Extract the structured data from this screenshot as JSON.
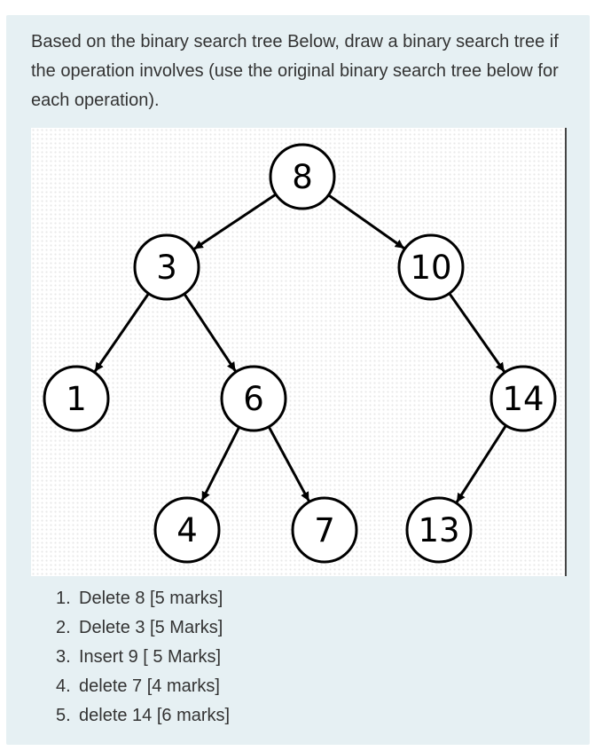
{
  "question": {
    "intro": "Based on the binary search tree Below, draw a binary search tree if the operation involves (use the original binary search tree below for each operation)."
  },
  "tree": {
    "nodes": [
      {
        "id": "n8",
        "label": "8"
      },
      {
        "id": "n3",
        "label": "3"
      },
      {
        "id": "n10",
        "label": "10"
      },
      {
        "id": "n1",
        "label": "1"
      },
      {
        "id": "n6",
        "label": "6"
      },
      {
        "id": "n14",
        "label": "14"
      },
      {
        "id": "n4",
        "label": "4"
      },
      {
        "id": "n7",
        "label": "7"
      },
      {
        "id": "n13",
        "label": "13"
      }
    ],
    "edges": [
      {
        "from": "n8",
        "to": "n3"
      },
      {
        "from": "n8",
        "to": "n10"
      },
      {
        "from": "n3",
        "to": "n1"
      },
      {
        "from": "n3",
        "to": "n6"
      },
      {
        "from": "n10",
        "to": "n14"
      },
      {
        "from": "n6",
        "to": "n4"
      },
      {
        "from": "n6",
        "to": "n7"
      },
      {
        "from": "n14",
        "to": "n13"
      }
    ]
  },
  "operations": [
    {
      "num": "1.",
      "text": "Delete 8 [5 marks]"
    },
    {
      "num": "2.",
      "text": "Delete 3 [5 Marks]"
    },
    {
      "num": "3.",
      "text": "Insert  9 [ 5 Marks]"
    },
    {
      "num": "4.",
      "text": "delete 7 [4 marks]"
    },
    {
      "num": "5.",
      "text": "delete 14 [6 marks]"
    }
  ]
}
